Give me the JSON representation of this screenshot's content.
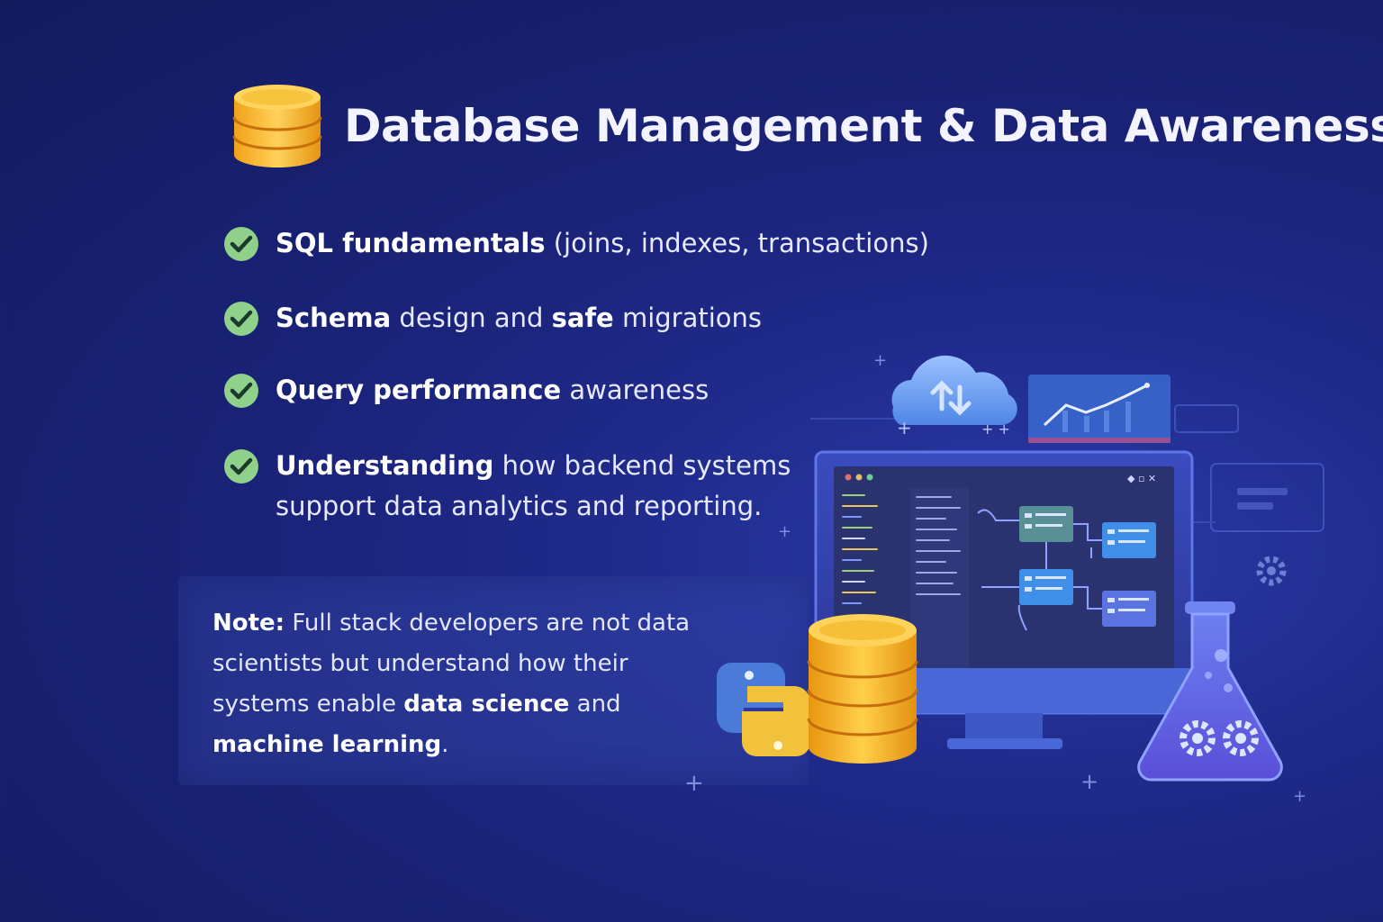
{
  "title": "Database Management & Data Awareness",
  "bullets": [
    {
      "bold": "SQL fundamentals",
      "rest": " (joins, indexes, transactions)"
    },
    {
      "bold1": "Schema",
      "mid": " design and ",
      "bold2": "safe",
      "rest": " migrations"
    },
    {
      "bold": "Query performance",
      "rest": " awareness"
    },
    {
      "bold": "Understanding",
      "rest": " how backend systems support data analytics and reporting."
    }
  ],
  "note": {
    "label": "Note:",
    "text1": " Full stack developers are not data scientists but understand how their systems enable ",
    "bold1": "data science",
    "text2": " and ",
    "bold2": "machine learning",
    "text3": "."
  },
  "colors": {
    "background": "#1a2277",
    "check_fill": "#8fd18a",
    "db_gold": "#f5b82e",
    "accent_blue": "#4a7bd8"
  },
  "icons": {
    "title_icon": "database-icon",
    "bullet_icon": "check-circle-icon",
    "illustration": [
      "cloud-sync-icon",
      "line-chart-panel",
      "monitor-diagram",
      "python-logo-icon",
      "database-stack-icon",
      "flask-gears-icon",
      "gear-icon"
    ]
  }
}
